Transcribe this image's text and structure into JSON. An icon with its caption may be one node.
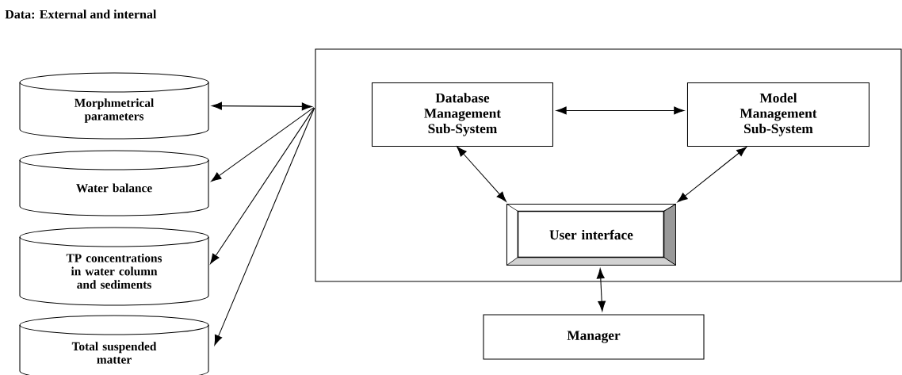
{
  "diagram": {
    "title": "Data: External and internal",
    "nodes": [
      {
        "text": [],
        "shape": "box"
      },
      {
        "text": [
          "Database Management Sub-System"
        ],
        "in": 0
      },
      {
        "text": [
          "Model Management Sub-System"
        ],
        "in": 0
      },
      {
        "text": [
          "User interface"
        ],
        "in": 0
      },
      {
        "text": [
          "Manager"
        ]
      },
      {
        "text": [
          "Morphmetrical parameters"
        ]
      },
      {
        "text": [
          "Water balance"
        ]
      },
      {
        "text": [
          "TP concentrations in water column and sediments"
        ]
      },
      {
        "text": [
          "Total suspended matter"
        ]
      }
    ],
    "edges": [
      {
        "from": 5,
        "to": 0,
        "arrow": "both"
      },
      {
        "from": 0,
        "to": 6,
        "arrow": "to"
      },
      {
        "from": 0,
        "to": 7,
        "arrow": "to"
      },
      {
        "from": 0,
        "to": 8,
        "arrow": "to"
      },
      {
        "from": 1,
        "to": 2,
        "arrow": "both"
      },
      {
        "from": 1,
        "to": 3,
        "arrow": "both"
      },
      {
        "from": 2,
        "to": 3,
        "arrow": "both"
      },
      {
        "from": 3,
        "to": 4,
        "arrow": "both"
      }
    ]
  }
}
